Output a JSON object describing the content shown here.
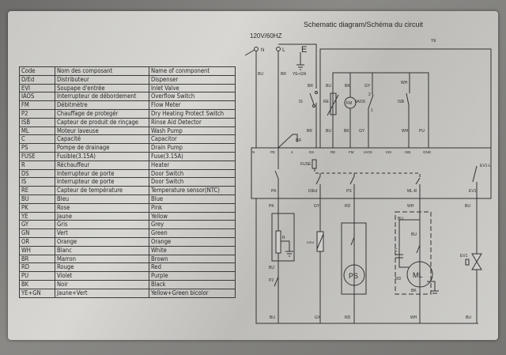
{
  "title": "Schematic diagram/Schéma du circuit",
  "supply": "120V/60HZ",
  "legend": {
    "headers": [
      "Code",
      "Nom des composant",
      "Name of conmponent"
    ],
    "rows": [
      [
        "D/Ed",
        "Distributeur",
        "Dispenser"
      ],
      [
        "EVI",
        "Soupape d'entrée",
        "Inlet Valve"
      ],
      [
        "IAOS",
        "Interrupteur de débordement",
        "Overflow Switch"
      ],
      [
        "FM",
        "Débitmètre",
        "Flow Meter"
      ],
      [
        "P2",
        "Chauffage de protegér",
        "Dry Heating Protect Switch"
      ],
      [
        "ISB",
        "Capteur de produit de rinçage",
        "Rinse Aid Detector"
      ],
      [
        "ML",
        "Moteur laveuse",
        "Wash Pump"
      ],
      [
        "C",
        "Capacité",
        "Capacitor"
      ],
      [
        "PS",
        "Pompe de drainage",
        "Drain Pump"
      ],
      [
        "FUSE",
        "Fusible(3.15A)",
        "Fuse(3.15A)"
      ],
      [
        "R",
        "Réchauffeur",
        "Heater"
      ],
      [
        "DS",
        "Interrupteur de porte",
        "Door Switch"
      ],
      [
        "IS",
        "Interrupteur de porte",
        "Door Switch"
      ],
      [
        "RE",
        "Capteur de température",
        "Temperature sensor(NTC)"
      ],
      [
        "BU",
        "Bleu",
        "Blue"
      ],
      [
        "PK",
        "Rose",
        "Pink"
      ],
      [
        "YE",
        "Jaune",
        "Yellow"
      ],
      [
        "GY",
        "Gris",
        "Grey"
      ],
      [
        "GN",
        "Vert",
        "Green"
      ],
      [
        "OR",
        "Orange",
        "Orange"
      ],
      [
        "WH",
        "Blanc",
        "White"
      ],
      [
        "BR",
        "Marron",
        "Brown"
      ],
      [
        "RD",
        "Rouge",
        "Red"
      ],
      [
        "PU",
        "Violet",
        "Purple"
      ],
      [
        "BK",
        "Noir",
        "Black"
      ],
      [
        "YE+GN",
        "Jaune+Vert",
        "Yellow+Green bicolor"
      ]
    ]
  },
  "schematic": {
    "terminals": {
      "n": "N",
      "l": "L",
      "e": "E"
    },
    "wires_top": {
      "bu": "BU",
      "br": "BR",
      "yegn": "YE+GN",
      "ye": "YE",
      "br2": "BR",
      "is": "IS",
      "bu2": "BU",
      "bk": "BK",
      "gy": "GY",
      "wh": "WH",
      "re": "RE",
      "iaos": "IAOS",
      "isb": "ISB",
      "n1": "1",
      "n2": "2",
      "fm": "FM"
    },
    "wires_mid": {
      "br": "BR",
      "bu": "BU",
      "bk": "BK",
      "gy": "GY",
      "wh": "WH",
      "pu": "PU",
      "br3": "BR"
    },
    "board_pins": [
      "N",
      "PE",
      "4",
      "DS",
      "RE",
      "FM",
      "IAOS",
      "ISS",
      "ISB",
      "GND"
    ],
    "board": {
      "fuse": "FUSE",
      "rel_pk": "PK",
      "rel_ded": "D/Ed",
      "rel_ps": "PS",
      "rel_ml": "ML-R",
      "rel_ev": "EV1",
      "rel_ev_l": "EV1-L"
    },
    "wires_low": {
      "pk": "PK",
      "gy": "GY",
      "rd": "RD",
      "wh": "WH",
      "bu": "BU",
      "bu_h": "BU",
      "p2": "P2",
      "r": "R",
      "ded": "D/Ed",
      "bu_ml": "BU",
      "bu_ml2": "BU",
      "c": "C",
      "rd_ml": "RD",
      "bk_ml": "BK",
      "ev1": "EV1"
    },
    "motors": {
      "ps": "PS",
      "ml": "ML"
    },
    "wires_bottom": [
      "BU",
      "GY",
      "RD",
      "WH",
      "BU"
    ]
  }
}
